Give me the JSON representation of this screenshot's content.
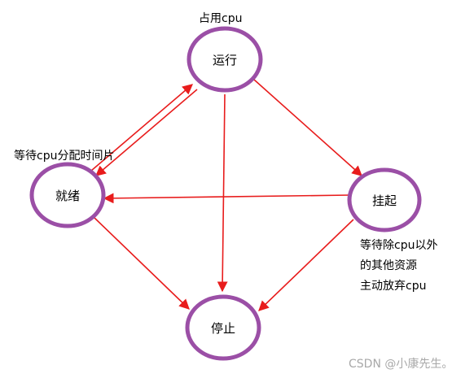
{
  "states": {
    "running": "运行",
    "ready": "就绪",
    "suspended": "挂起",
    "stopped": "停止"
  },
  "annotations": {
    "running_note": "占用cpu",
    "ready_note": "等待cpu分配时间片",
    "suspended_note_line1": "等待除cpu以外",
    "suspended_note_line2": "的其他资源",
    "suspended_note_line3": "主动放弃cpu"
  },
  "watermark": "CSDN @小康先生。",
  "colors": {
    "node_border": "#9b4fa6",
    "arrow": "#e81c1c",
    "text": "#000000",
    "watermark": "#a8a8a8"
  }
}
